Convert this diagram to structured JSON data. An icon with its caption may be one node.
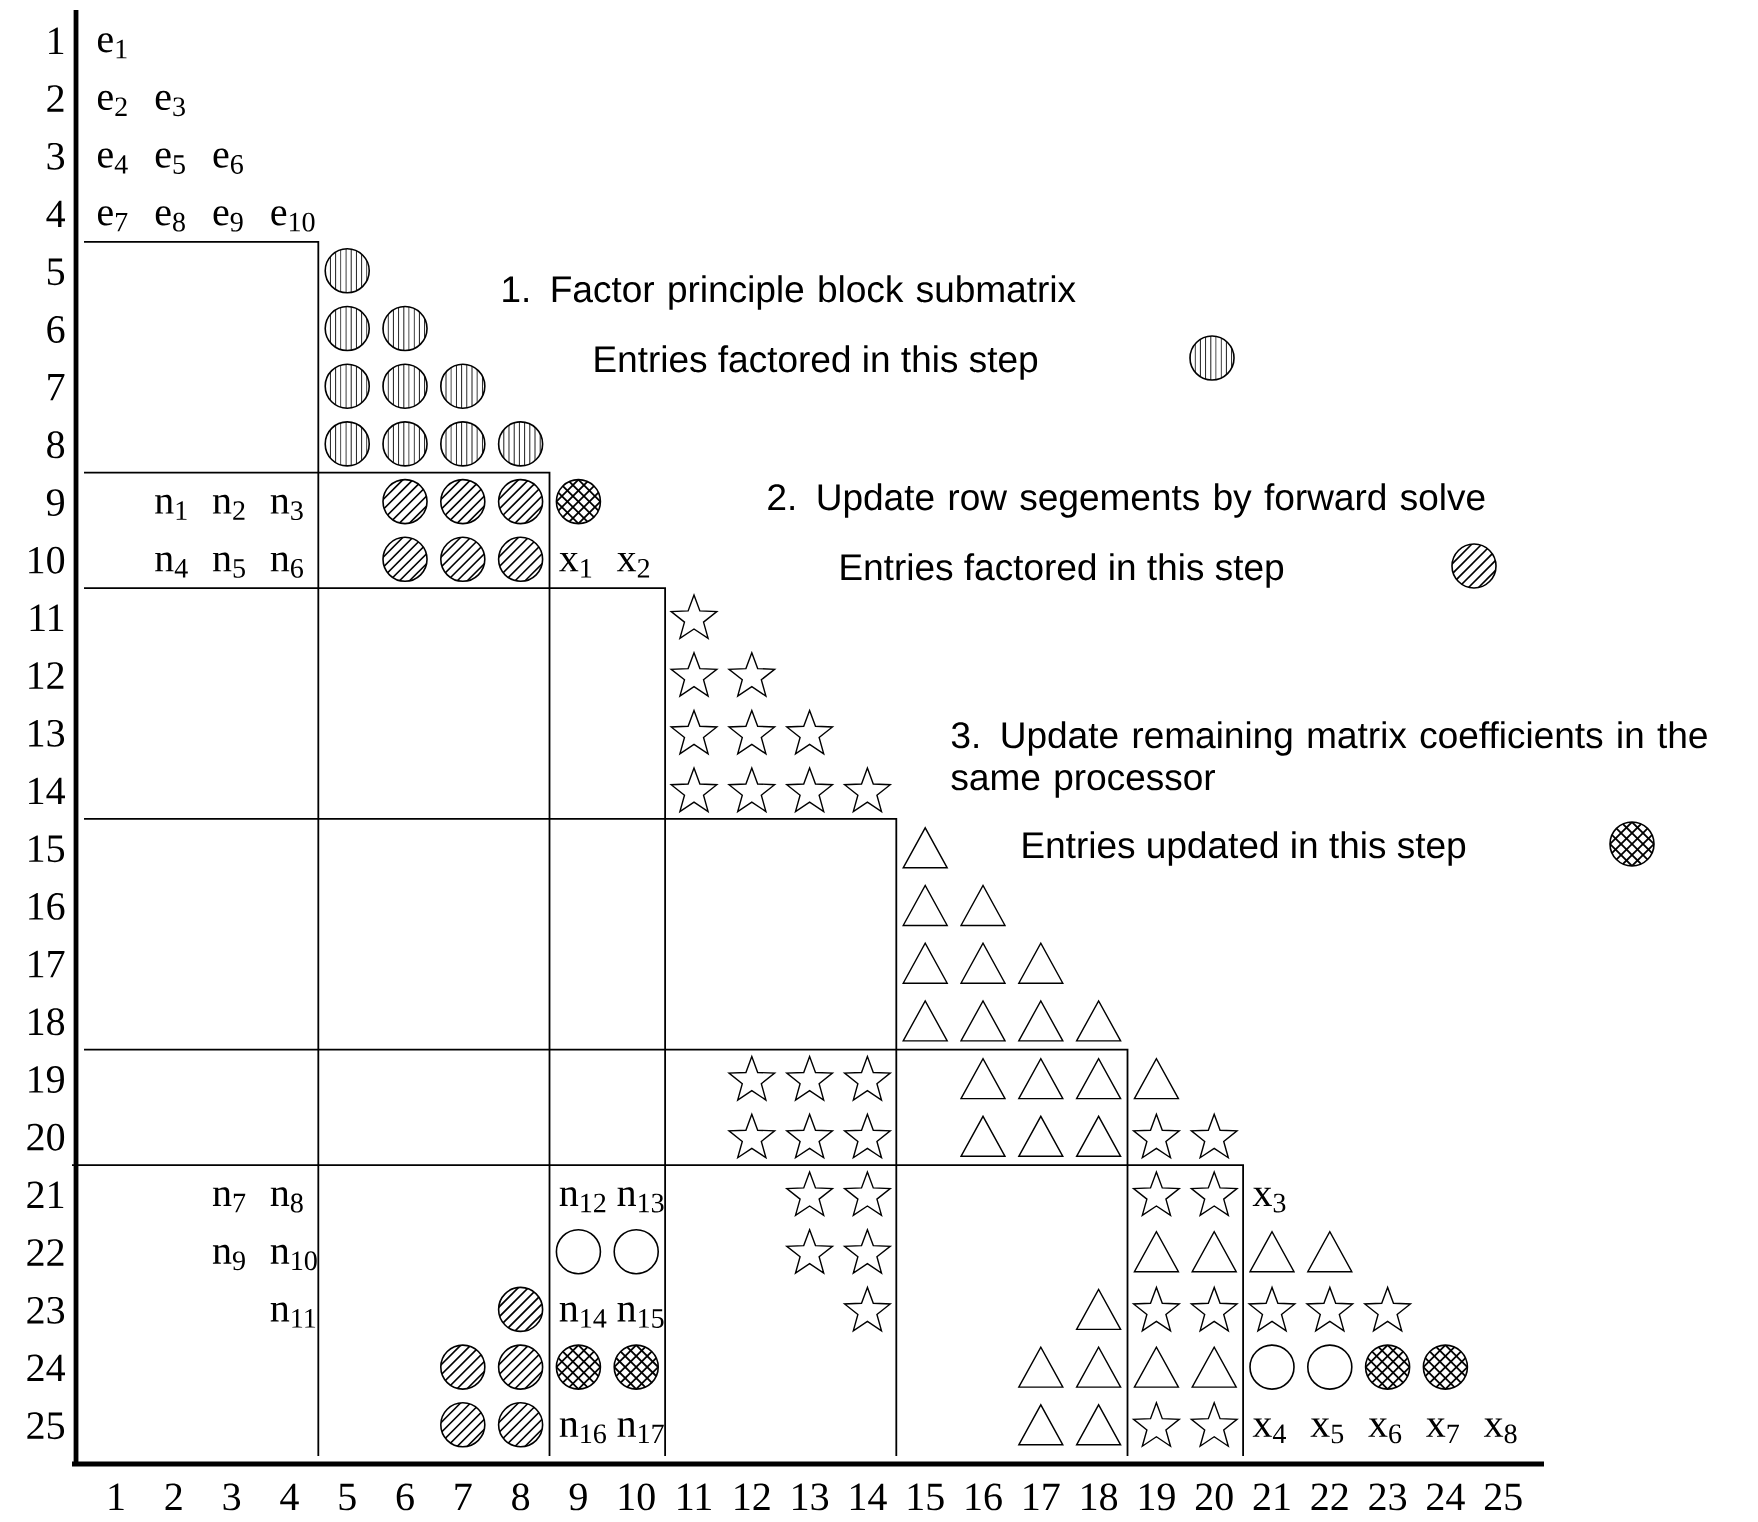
{
  "diagram": {
    "labels": [
      "1",
      "2",
      "3",
      "4",
      "5",
      "6",
      "7",
      "8",
      "9",
      "10",
      "11",
      "12",
      "13",
      "14",
      "15",
      "16",
      "17",
      "18",
      "19",
      "20",
      "21",
      "22",
      "23",
      "24",
      "25",
      "1",
      "2",
      "3",
      "4",
      "5",
      "6",
      "7",
      "8",
      "9",
      "10",
      "11",
      "12",
      "13",
      "14",
      "15",
      "16",
      "17",
      "18",
      "19",
      "20",
      "21",
      "22",
      "23",
      "24",
      "25",
      "e$_{1}$",
      "e$_{2}$",
      "e$_{3}$",
      "e$_{4}$",
      "e$_{5}$",
      "e$_{6}$",
      "e$_{7}$",
      "e$_{8}$",
      "e$_{9}$",
      "e$_{10}$",
      "n$_{1}$",
      "n$_{2}$",
      "n$_{3}$",
      "n$_{4}$",
      "n$_{5}$",
      "n$_{6}$",
      "x$_{1}$",
      "x$_{2}$",
      "n$_{7}$",
      "n$_{8}$",
      "n$_{12}$",
      "n$_{13}$",
      "x$_{3}$",
      "n$_{9}$",
      "n$_{10}$",
      "n$_{11}$",
      "n$_{14}$",
      "n$_{15}$",
      "n$_{16}$",
      "n$_{17}$",
      "x$_{4}$",
      "x$_{5}$",
      "x$_{6}$",
      "x$_{7}$",
      "x$_{8}$",
      "1. Factor principle block submatrix",
      "2. Update row segements by forward solve",
      "3. Update remaining matrix coefficients in the same processor"
    ],
    "legend": [
      {
        "text": "Entries factored in this step"
      },
      {
        "text": "Entries factored in this step"
      },
      {
        "text": "Entries updated in this step"
      }
    ]
  }
}
